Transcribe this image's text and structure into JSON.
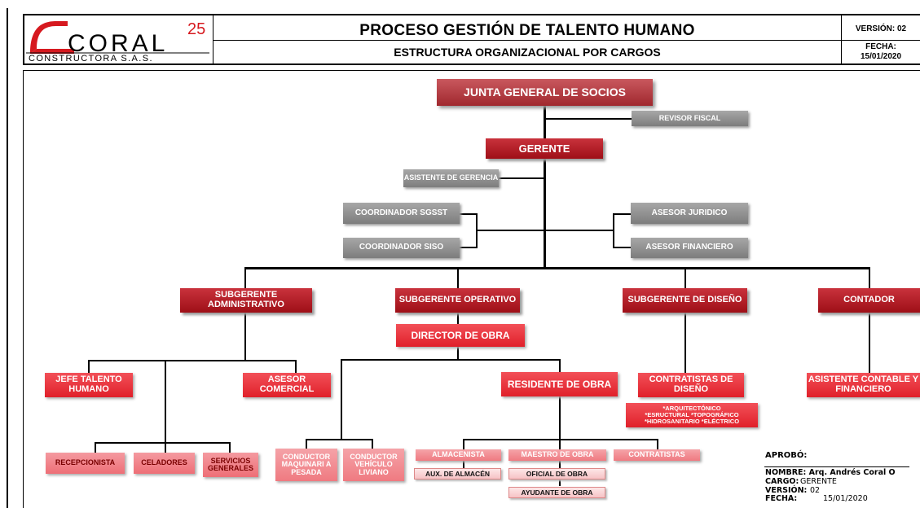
{
  "header": {
    "logo": {
      "number": "25",
      "brand": "CORAL",
      "subtitle": "CONSTRUCTORA S.A.S."
    },
    "title": "PROCESO GESTIÓN DE TALENTO HUMANO",
    "subtitle": "ESTRUCTURA ORGANIZACIONAL POR CARGOS",
    "version_label": "VERSIÓN: 02",
    "fecha_label": "FECHA:",
    "fecha_value": "15/01/2020"
  },
  "org": {
    "junta": "JUNTA GENERAL DE SOCIOS",
    "revisor": "REVISOR FISCAL",
    "gerente": "GERENTE",
    "asistente_gerencia": "ASISTENTE DE GERENCIA",
    "coordinador_sgsst": "COORDINADOR SGSST",
    "coordinador_siso": "COORDINADOR SISO",
    "asesor_juridico": "ASESOR JURIDICO",
    "asesor_financiero": "ASESOR FINANCIERO",
    "sub_admin": "SUBGERENTE ADMINISTRATIVO",
    "sub_oper": "SUBGERENTE OPERATIVO",
    "sub_diseno": "SUBGERENTE DE DISEÑO",
    "contador": "CONTADOR",
    "director_obra": "DIRECTOR DE OBRA",
    "jefe_talento": "JEFE TALENTO HUMANO",
    "asesor_comercial": "ASESOR COMERCIAL",
    "residente_obra": "RESIDENTE DE OBRA",
    "contratistas_diseno": "CONTRATISTAS DE DISEÑO",
    "asistente_contable": "ASISTENTE CONTABLE Y FINANCIERO",
    "especialidades": [
      "*ARQUITECTÓNICO",
      "*ESRUCTURAL *TOPOGRÁFICO",
      "*HIDROSANITARIO *ELÉCTRICO"
    ],
    "recepcionista": "RECEPCIONISTA",
    "celadores": "CELADORES",
    "servicios_generales": "SERVICIOS GENERALES",
    "conductor_maquinaria": "CONDUCTOR MAQUINARI A PESADA",
    "conductor_vehiculo": "CONDUCTOR VEHÍCULO LIVIANO",
    "almacenista": "ALMACENISTA",
    "aux_almacen": "AUX. DE ALMACÉN",
    "maestro_obra": "MAESTRO DE OBRA",
    "oficial_obra": "OFICIAL DE OBRA",
    "ayudante_obra": "AYUDANTE DE OBRA",
    "contratistas": "CONTRATISTAS"
  },
  "approval": {
    "aprobo": "APROBÓ:",
    "nombre": "NOMBRE: Arq. Andrés Coral O",
    "cargo_label": "CARGO:",
    "cargo_value": "GERENTE",
    "version_label": "VERSIÓN:",
    "version_value": "02",
    "fecha_label": "FECHA:",
    "fecha_value": "15/01/2020"
  },
  "colors": {
    "dark_red": "#a81820",
    "red": "#e8262f",
    "pink": "#f07c83",
    "grey": "#8a8a8a",
    "light_pink": "#f9d3d5"
  }
}
